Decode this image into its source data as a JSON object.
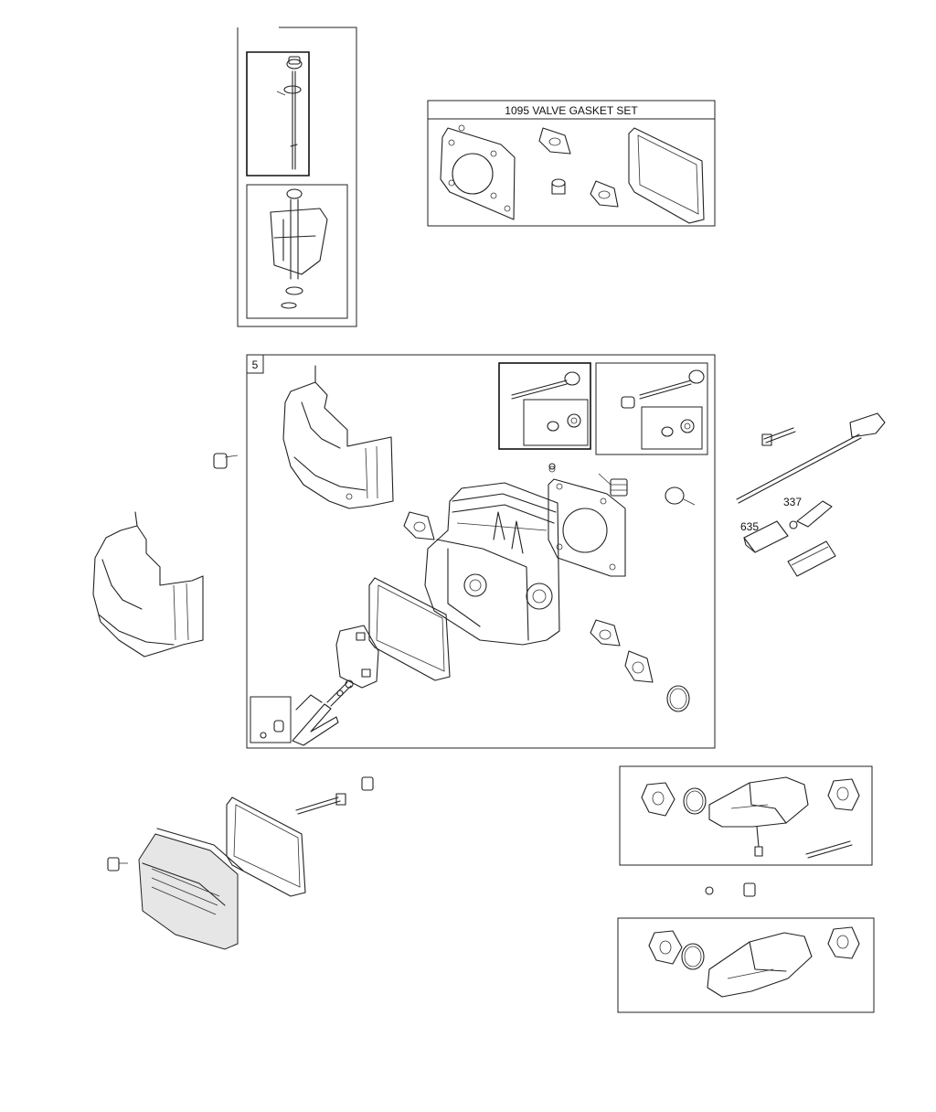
{
  "gasket_set": {
    "title": "1095 VALVE GASKET SET"
  },
  "kit_box": {
    "number": "5"
  },
  "callouts": {
    "spark_plug": "337",
    "spark_plug_boot": "635"
  }
}
